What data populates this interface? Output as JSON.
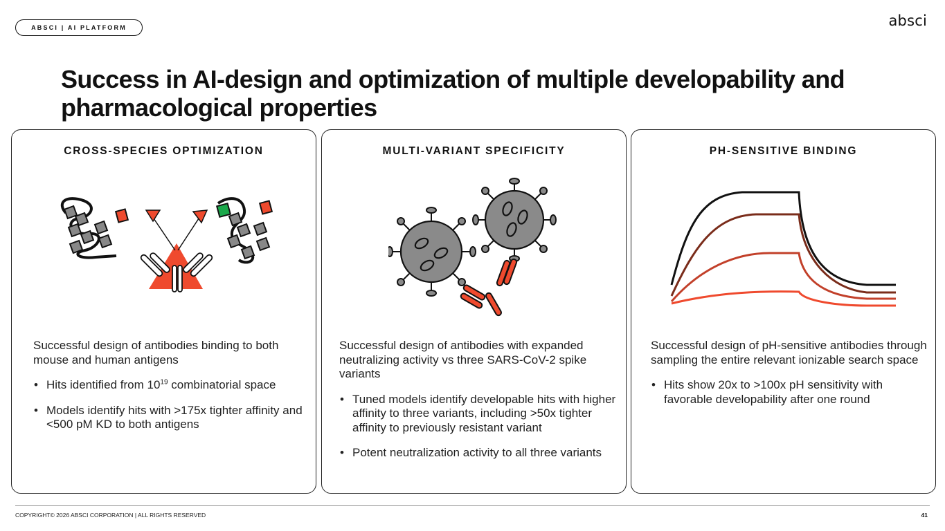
{
  "header": {
    "tag": "ABSCI | AI PLATFORM",
    "logo": "absci"
  },
  "title": "Success in AI-design and optimization of multiple developability and pharmacological properties",
  "cards": [
    {
      "heading": "CROSS-SPECIES OPTIMIZATION",
      "illustration_icon": "protein-antibody-icon",
      "intro": "Successful design of antibodies binding to both mouse and human antigens",
      "bullets": [
        {
          "pre": "Hits identified from 10",
          "sup": "19",
          "post": " combinatorial space"
        },
        {
          "text": "Models identify hits with >175x tighter affinity and <500 pM KD to both antigens"
        }
      ]
    },
    {
      "heading": "MULTI-VARIANT SPECIFICITY",
      "illustration_icon": "virus-antibody-icon",
      "intro": "Successful design of antibodies with expanded neutralizing activity vs three SARS-CoV-2 spike variants",
      "bullets": [
        {
          "text": "Tuned models identify developable hits with higher affinity to three variants, including >50x tighter affinity to previously resistant variant"
        },
        {
          "text": "Potent neutralization activity to all three variants"
        }
      ]
    },
    {
      "heading": "PH-SENSITIVE BINDING",
      "illustration_icon": "binding-curves-icon",
      "intro": "Successful design of pH-sensitive antibodies through sampling the entire relevant ionizable search space",
      "bullets": [
        {
          "text": "Hits show 20x to >100x pH sensitivity with favorable developability after one round"
        }
      ]
    }
  ],
  "colors": {
    "accent_red": "#ef4a2e",
    "accent_green": "#1aa84a",
    "curve_dark": "#7a2c1a",
    "virus_gray": "#8a8a8a"
  },
  "footer": {
    "copyright": "COPYRIGHT© 2026 ABSCI CORPORATION | ALL RIGHTS RESERVED",
    "page": "41"
  }
}
